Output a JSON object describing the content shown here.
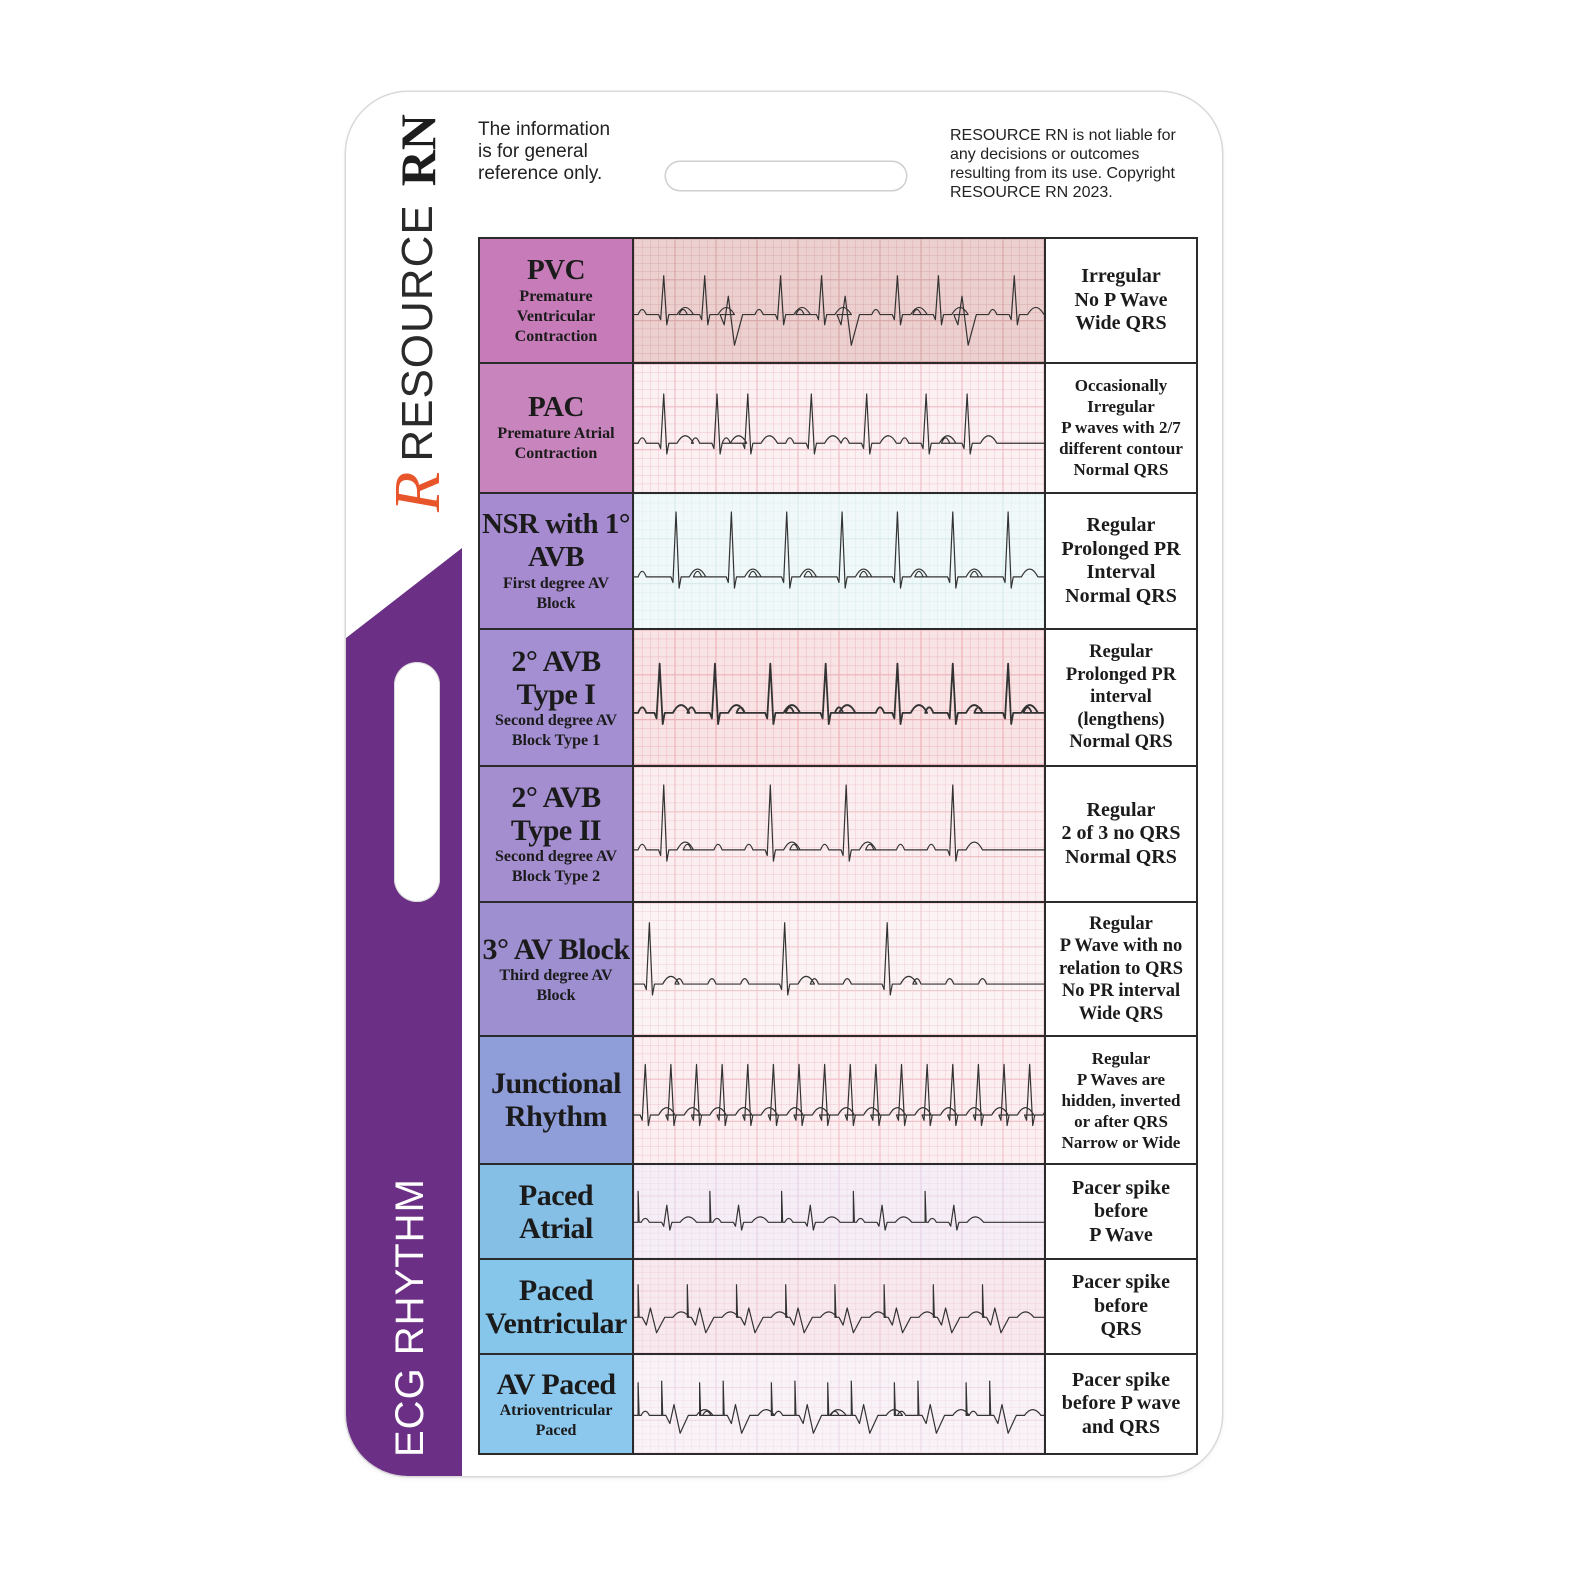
{
  "card": {
    "brand": {
      "r_glyph": "R",
      "name_regular": "RESOURCE",
      "name_bold": "RN"
    },
    "side_title": "ECG RHYTHM",
    "note_left": "The information is for general reference only.",
    "note_right": "RESOURCE RN is not liable for any decisions or outcomes resulting from its use. Copyright RESOURCE RN 2023.",
    "colors": {
      "brand_orange": "#e8552a",
      "band_purple": "#6b2f85"
    }
  },
  "rhythms": [
    {
      "name": "PVC",
      "subtitle": "Premature Ventricular Contraction",
      "name_bg": "#c77cb9",
      "strip_bg": "#ecd0cf",
      "grid": "#d7a6a6",
      "type": "pvc",
      "desc": [
        "Irregular",
        "No P Wave",
        "Wide QRS"
      ]
    },
    {
      "name": "PAC",
      "subtitle": "Premature Atrial Contraction",
      "name_bg": "#c884bd",
      "strip_bg": "#fbf1f3",
      "grid": "#efbcc5",
      "type": "pac",
      "desc": [
        "Occasionally",
        "Irregular",
        "P waves with 2/7",
        "different contour",
        "Normal QRS"
      ]
    },
    {
      "name": "NSR with 1° AVB",
      "subtitle": "First degree AV Block",
      "name_bg": "#a78bd0",
      "strip_bg": "#f1f8f9",
      "grid": "#d8ecec",
      "type": "avb1",
      "desc": [
        "Regular",
        "Prolonged PR",
        "Interval",
        "Normal QRS"
      ]
    },
    {
      "name": "2° AVB Type I",
      "subtitle": "Second degree AV Block Type 1",
      "name_bg": "#a38fd2",
      "strip_bg": "#f8e3e5",
      "grid": "#ecb1b7",
      "type": "avb2a",
      "desc": [
        "Regular",
        "Prolonged PR",
        "interval",
        "(lengthens)",
        "Normal QRS"
      ]
    },
    {
      "name": "2° AVB Type II",
      "subtitle": "Second degree AV Block Type 2",
      "name_bg": "#a48ed0",
      "strip_bg": "#fbeef0",
      "grid": "#f0c2c8",
      "type": "avb2b",
      "desc": [
        "Regular",
        "2 of 3 no QRS",
        "Normal QRS"
      ]
    },
    {
      "name": "3° AV Block",
      "subtitle": "Third degree AV Block",
      "name_bg": "#9d8fd0",
      "strip_bg": "#fbf3f4",
      "grid": "#efcbd0",
      "type": "avb3",
      "desc": [
        "Regular",
        "P Wave with no",
        "relation to QRS",
        "No PR interval",
        "Wide QRS"
      ]
    },
    {
      "name": "Junctional Rhythm",
      "subtitle": "",
      "name_bg": "#8f9dd8",
      "strip_bg": "#fbeff1",
      "grid": "#f1bfc7",
      "type": "junctional",
      "desc": [
        "Regular",
        "P Waves are",
        "hidden, inverted",
        "or after QRS",
        "Narrow or Wide"
      ]
    },
    {
      "name": "Paced Atrial",
      "subtitle": "",
      "name_bg": "#86bfe6",
      "strip_bg": "#f6eef6",
      "grid": "#e7d2e6",
      "type": "pacedA",
      "desc": [
        "Pacer spike",
        "before",
        "P Wave"
      ]
    },
    {
      "name": "Paced Ventricular",
      "subtitle": "",
      "name_bg": "#86c6ea",
      "strip_bg": "#f8e9ee",
      "grid": "#ecc9d6",
      "type": "pacedV",
      "desc": [
        "Pacer spike",
        "before",
        "QRS"
      ]
    },
    {
      "name": "AV Paced",
      "subtitle": "Atrioventricular Paced",
      "name_bg": "#8cc8ee",
      "strip_bg": "#f9f3f8",
      "grid": "#eed8e6",
      "type": "pacedAV",
      "desc": [
        "Pacer spike",
        "before P wave",
        "and QRS"
      ]
    }
  ]
}
